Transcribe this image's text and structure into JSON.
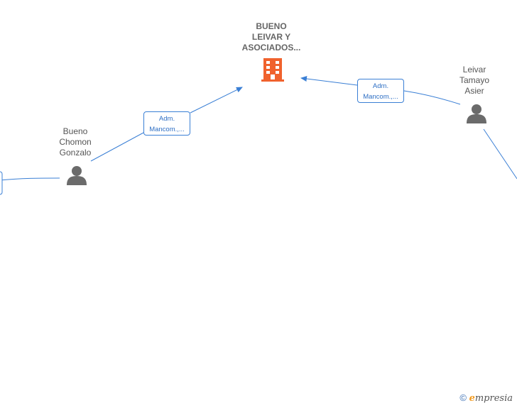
{
  "company": {
    "name_lines": [
      "BUENO",
      "LEIVAR Y",
      "ASOCIADOS..."
    ],
    "icon": "building-icon",
    "icon_color": "#f0622d"
  },
  "people": [
    {
      "id": "bueno-chomon-gonzalo",
      "name_lines": [
        "Bueno",
        "Chomon",
        "Gonzalo"
      ],
      "icon": "person-icon"
    },
    {
      "id": "leivar-tamayo-asier",
      "name_lines": [
        "Leivar",
        "Tamayo",
        "Asier"
      ],
      "icon": "person-icon"
    }
  ],
  "relations": [
    {
      "from": "bueno-chomon-gonzalo",
      "to": "company",
      "label_lines": [
        "Adm.",
        "Mancom.,..."
      ]
    },
    {
      "from": "leivar-tamayo-asier",
      "to": "company",
      "label_lines": [
        "Adm.",
        "Mancom.,..."
      ]
    }
  ],
  "colors": {
    "edge": "#3a7fd5",
    "person": "#6b6b6b"
  },
  "footer": {
    "copyright": "©",
    "brand_first": "e",
    "brand_rest": "mpresia"
  }
}
